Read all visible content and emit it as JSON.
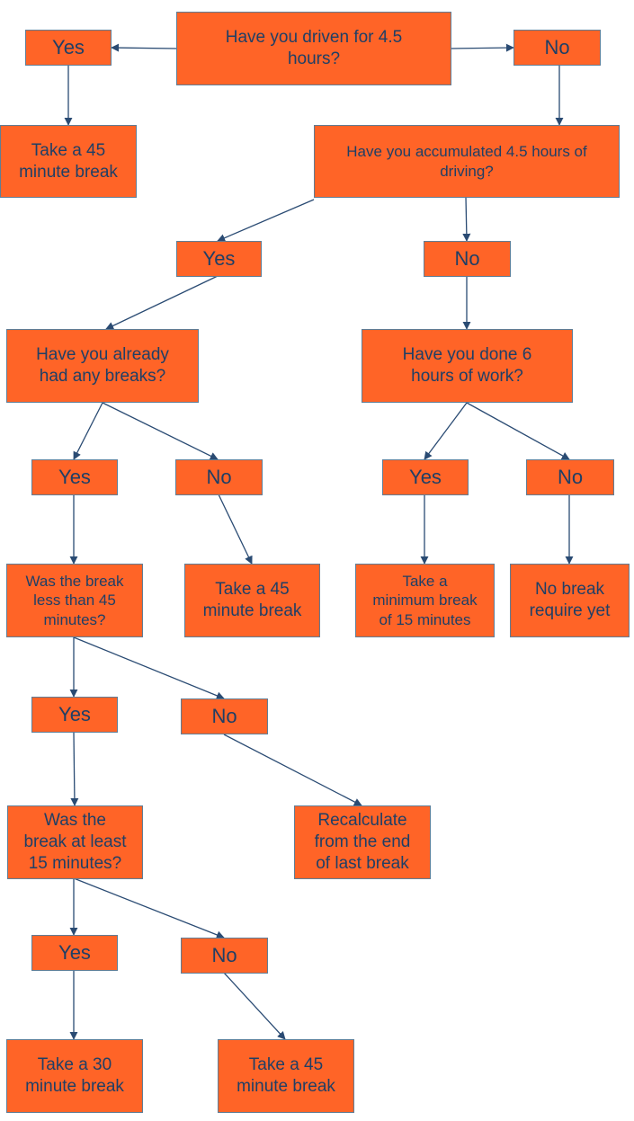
{
  "colors": {
    "box_fill": "#ff6427",
    "text": "#1f3f66",
    "arrow": "#2a4b73",
    "border": "#5f7d96"
  },
  "nodes": {
    "q_driven": "Have you driven for 4.5\nhours?",
    "yes_1": "Yes",
    "no_1": "No",
    "r_break45_a": "Take a 45\nminute break",
    "q_accumulated": "Have you accumulated 4.5 hours of\ndriving?",
    "yes_2": "Yes",
    "no_2": "No",
    "q_already_breaks": "Have you already\nhad any breaks?",
    "q_6hours": "Have you done 6\nhours of work?",
    "yes_3": "Yes",
    "no_3": "No",
    "yes_4": "Yes",
    "no_4": "No",
    "q_less45": "Was the break\nless than 45\nminutes?",
    "r_break45_b": "Take a 45\nminute break",
    "r_min15": "Take a\nminimum break\nof 15 minutes",
    "r_no_break": "No break\nrequire yet",
    "yes_5": "Yes",
    "no_5": "No",
    "q_least15": "Was the\nbreak at least\n15 minutes?",
    "r_recalc": "Recalculate\nfrom the end\nof last break",
    "yes_6": "Yes",
    "no_6": "No",
    "r_break30": "Take a 30\nminute break",
    "r_break45_c": "Take a 45\nminute break"
  }
}
